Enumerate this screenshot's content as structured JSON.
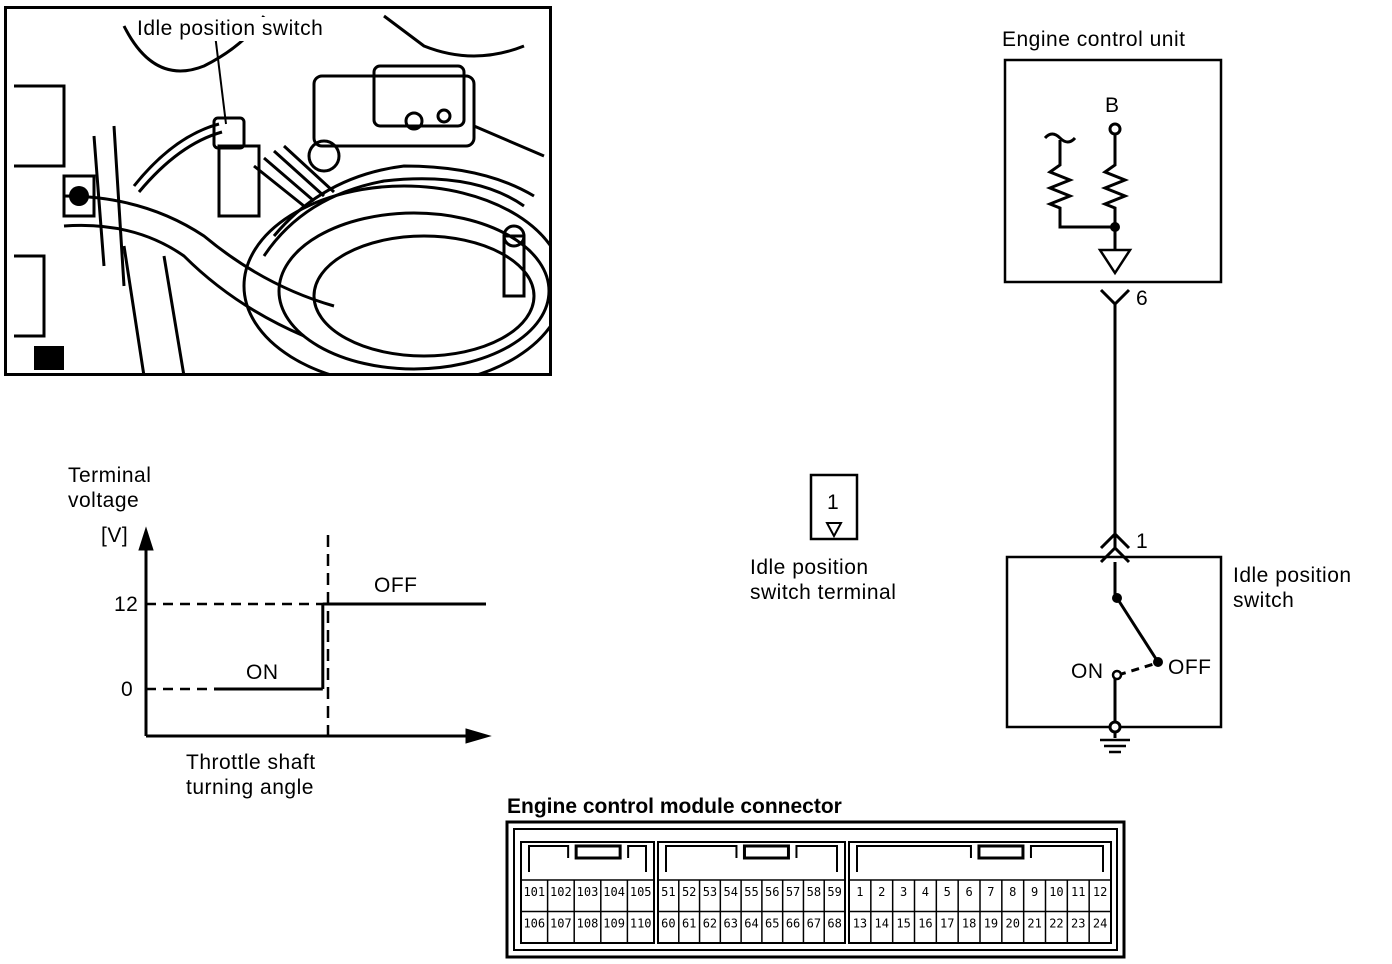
{
  "photo": {
    "callout": "Idle position switch"
  },
  "ecu": {
    "title": "Engine control unit",
    "supply_label": "B",
    "pin_top": "6"
  },
  "switch": {
    "title_line1": "Idle position",
    "title_line2": "switch",
    "pin": "1",
    "on_label": "ON",
    "off_label": "OFF"
  },
  "terminal_ref": {
    "number": "1",
    "caption_line1": "Idle position",
    "caption_line2": "switch terminal"
  },
  "chart_data": {
    "type": "line",
    "title": "",
    "ylabel_line1": "Terminal",
    "ylabel_line2": "voltage",
    "yunit": "[V]",
    "xlabel_line1": "Throttle shaft",
    "xlabel_line2": "turning angle",
    "yticks": [
      "12",
      "0"
    ],
    "series": [
      {
        "name": "ON",
        "points": [
          [
            0.2,
            0
          ],
          [
            0.52,
            0
          ]
        ]
      },
      {
        "name": "OFF",
        "points": [
          [
            0.52,
            12
          ],
          [
            1.0,
            12
          ]
        ]
      }
    ],
    "ylim": [
      0,
      12
    ],
    "annotations": [
      "ON",
      "OFF"
    ]
  },
  "connector": {
    "title": "Engine control module connector",
    "block1_top": [
      "101",
      "102",
      "103",
      "104",
      "105"
    ],
    "block1_bottom": [
      "106",
      "107",
      "108",
      "109",
      "110"
    ],
    "block2_top": [
      "51",
      "52",
      "53",
      "54",
      "55",
      "56",
      "57",
      "58",
      "59"
    ],
    "block2_bottom": [
      "60",
      "61",
      "62",
      "63",
      "64",
      "65",
      "66",
      "67",
      "68"
    ],
    "block3_top": [
      "1",
      "2",
      "3",
      "4",
      "5",
      "6",
      "7",
      "8",
      "9",
      "10",
      "11",
      "12"
    ],
    "block3_bottom": [
      "13",
      "14",
      "15",
      "16",
      "17",
      "18",
      "19",
      "20",
      "21",
      "22",
      "23",
      "24"
    ]
  }
}
